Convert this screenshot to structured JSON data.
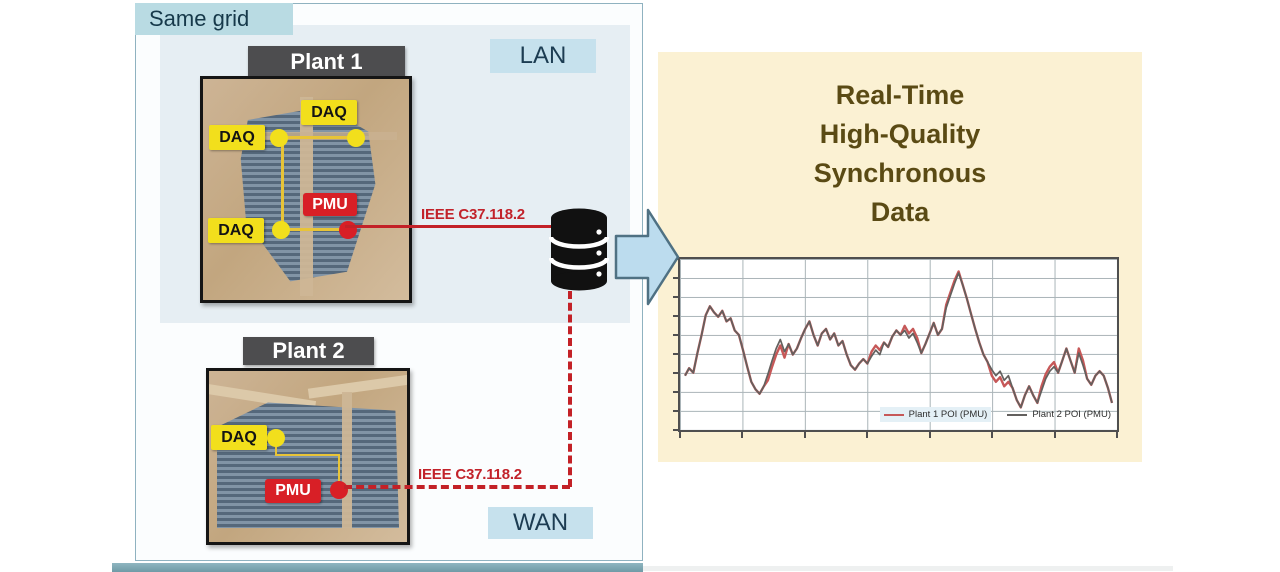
{
  "left_panel": {
    "title": "Same grid",
    "lan_label": "LAN",
    "wan_label": "WAN",
    "plant1": {
      "title": "Plant 1",
      "daq_labels": [
        "DAQ",
        "DAQ",
        "DAQ"
      ],
      "pmu_label": "PMU",
      "protocol": "IEEE C37.118.2"
    },
    "plant2": {
      "title": "Plant 2",
      "daq_labels": [
        "DAQ"
      ],
      "pmu_label": "PMU",
      "protocol": "IEEE C37.118.2"
    }
  },
  "icons": {
    "database": "database-icon",
    "arrow": "right-arrow-icon"
  },
  "right_panel": {
    "title_lines": [
      "Real-Time",
      "High-Quality",
      "Synchronous",
      "Data"
    ]
  },
  "chart_data": {
    "type": "line",
    "title": "",
    "xlabel": "",
    "ylabel": "",
    "grid": true,
    "legend_position": "bottom-right-inside",
    "ylim": [
      0,
      1
    ],
    "x_units": "sample index (unlabeled axis)",
    "series": [
      {
        "name": "Plant 1 POI (PMU)",
        "color": "#c65858",
        "values": [
          0.28,
          0.33,
          0.3,
          0.43,
          0.55,
          0.68,
          0.74,
          0.7,
          0.67,
          0.71,
          0.64,
          0.66,
          0.58,
          0.55,
          0.45,
          0.34,
          0.24,
          0.19,
          0.16,
          0.21,
          0.25,
          0.34,
          0.42,
          0.48,
          0.4,
          0.49,
          0.42,
          0.46,
          0.53,
          0.59,
          0.64,
          0.55,
          0.48,
          0.56,
          0.59,
          0.52,
          0.56,
          0.48,
          0.51,
          0.42,
          0.35,
          0.32,
          0.36,
          0.39,
          0.36,
          0.44,
          0.48,
          0.45,
          0.5,
          0.47,
          0.54,
          0.58,
          0.55,
          0.61,
          0.56,
          0.59,
          0.53,
          0.43,
          0.49,
          0.56,
          0.63,
          0.55,
          0.59,
          0.75,
          0.83,
          0.91,
          0.97,
          0.88,
          0.79,
          0.69,
          0.59,
          0.5,
          0.42,
          0.37,
          0.28,
          0.24,
          0.27,
          0.21,
          0.24,
          0.2,
          0.12,
          0.07,
          0.15,
          0.21,
          0.15,
          0.1,
          0.21,
          0.29,
          0.34,
          0.37,
          0.3,
          0.38,
          0.46,
          0.38,
          0.3,
          0.46,
          0.38,
          0.26,
          0.22,
          0.28,
          0.31,
          0.28,
          0.2,
          0.1
        ]
      },
      {
        "name": "Plant 2 POI (PMU)",
        "color": "#63605e",
        "values": [
          0.28,
          0.33,
          0.3,
          0.43,
          0.55,
          0.68,
          0.74,
          0.7,
          0.67,
          0.71,
          0.64,
          0.66,
          0.58,
          0.55,
          0.45,
          0.34,
          0.24,
          0.19,
          0.16,
          0.21,
          0.29,
          0.38,
          0.46,
          0.52,
          0.44,
          0.49,
          0.42,
          0.46,
          0.53,
          0.59,
          0.64,
          0.55,
          0.48,
          0.56,
          0.59,
          0.52,
          0.56,
          0.48,
          0.51,
          0.42,
          0.35,
          0.32,
          0.36,
          0.39,
          0.36,
          0.41,
          0.45,
          0.42,
          0.5,
          0.47,
          0.54,
          0.58,
          0.55,
          0.58,
          0.53,
          0.56,
          0.5,
          0.43,
          0.49,
          0.56,
          0.63,
          0.55,
          0.59,
          0.73,
          0.81,
          0.89,
          0.96,
          0.88,
          0.79,
          0.69,
          0.59,
          0.5,
          0.42,
          0.37,
          0.32,
          0.28,
          0.31,
          0.25,
          0.28,
          0.2,
          0.12,
          0.07,
          0.15,
          0.21,
          0.15,
          0.1,
          0.18,
          0.26,
          0.31,
          0.34,
          0.3,
          0.38,
          0.46,
          0.38,
          0.3,
          0.43,
          0.35,
          0.26,
          0.22,
          0.28,
          0.31,
          0.28,
          0.2,
          0.1
        ]
      }
    ]
  },
  "colors": {
    "daq_yellow": "#f2df1c",
    "pmu_red": "#d81f26",
    "protocol_red": "#c2222a",
    "zone_blue": "#c6e1ed",
    "lan_region_blue": "#e6eef3",
    "same_grid_blue": "#b9dbe3",
    "plant_title_gray": "#4d4d4f",
    "cream_panel": "#fbf1d3",
    "title_brown": "#5a4a14",
    "arrow_fill": "#bcdcee",
    "arrow_stroke": "#4f7183",
    "database_black": "#111111",
    "bottom_bar_teal": "#7fa9b5"
  }
}
